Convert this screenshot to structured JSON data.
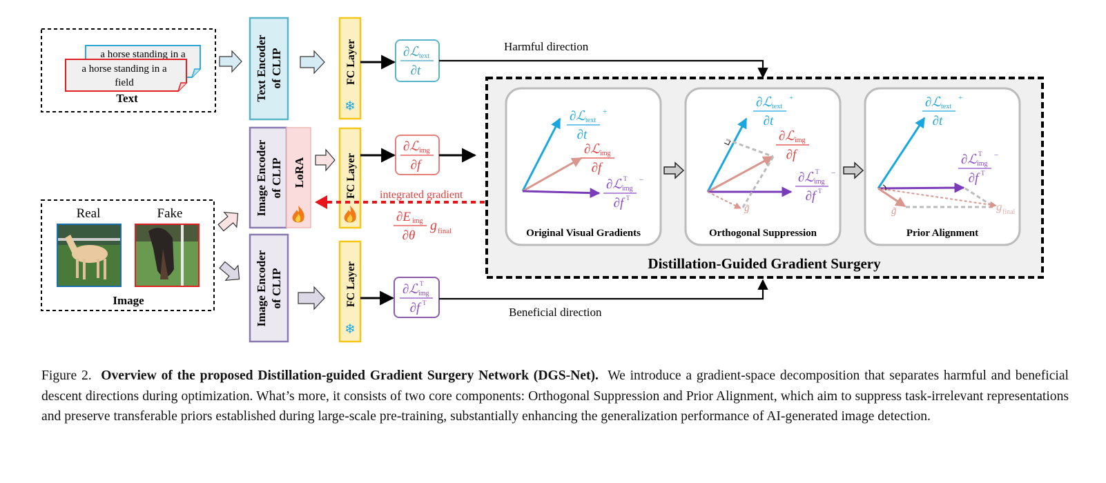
{
  "text_input": {
    "note_back": "a horse standing in a",
    "note_front_line1": "a horse standing in a",
    "note_front_line2": "field",
    "label": "Text"
  },
  "image_input": {
    "real_label": "Real",
    "fake_label": "Fake",
    "label": "Image"
  },
  "encoders": {
    "text_encoder": [
      "Text Encoder",
      "of CLIP"
    ],
    "image_encoder_lora": [
      "Image Encoder",
      "of CLIP"
    ],
    "lora": "LoRA",
    "image_encoder_frozen": [
      "Image Encoder",
      "of CLIP"
    ],
    "fc_layer": "FC Layer"
  },
  "flow": {
    "harmful": "Harmful direction",
    "beneficial": "Beneficial direction",
    "integrated_gradient": "integrated gradient"
  },
  "math": {
    "d_text": {
      "num": "∂ℒ",
      "sub": "text",
      "den": "∂t"
    },
    "d_img": {
      "num": "∂ℒ",
      "sub": "img",
      "den": "∂f"
    },
    "d_img_T": {
      "num": "∂ℒ",
      "sub": "img",
      "sup": "T",
      "den": "∂f",
      "den_sup": "T"
    },
    "dE": {
      "num": "∂E",
      "sub": "img",
      "den": "∂θ"
    },
    "g": "g",
    "g_final_sub": "final",
    "g_tilde": "g̃",
    "plus": "+",
    "minus": "−"
  },
  "surgery": {
    "title": "Distillation-Guided Gradient Surgery",
    "panels": [
      "Original Visual Gradients",
      "Orthogonal Suppression",
      "Prior Alignment"
    ]
  },
  "caption": {
    "figure_label": "Figure 2.",
    "bold": "Overview of the proposed Distillation-guided Gradient Surgery Network (DGS-Net).",
    "body": "We introduce a gradient-space decomposition that separates harmful and beneficial descent directions during optimization. What’s more, it consists of two core components: Orthogonal Suppression and Prior Alignment, which aim to suppress task-irrelevant representations and preserve transferable priors established during large-scale pre-training, substantially enhancing the generalization performance of AI-generated image detection."
  },
  "colors": {
    "text_blue": "#1aa7e0",
    "img_red": "#e04040",
    "img_pink": "#d9968c",
    "purple": "#7a3cb8",
    "fc_yellow": "#f5c518",
    "red_dash": "#e8141b"
  }
}
